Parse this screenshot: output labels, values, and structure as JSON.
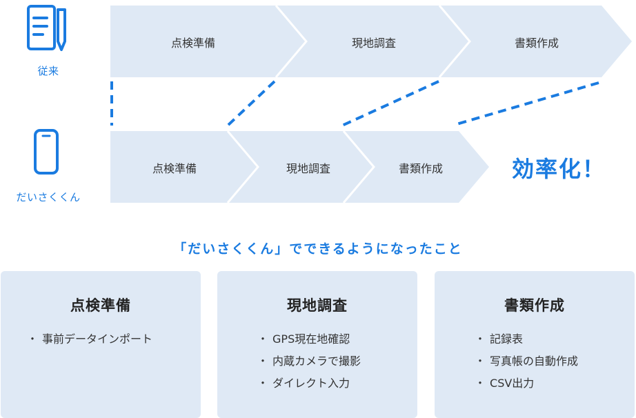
{
  "rows": {
    "traditional": {
      "label": "従来",
      "icon": "notepad-pencil-icon",
      "steps": [
        "点検準備",
        "現地調査",
        "書類作成"
      ]
    },
    "app": {
      "label": "だいさくくん",
      "icon": "smartphone-icon",
      "steps": [
        "点検準備",
        "現地調査",
        "書類作成"
      ],
      "result": "効率化！"
    }
  },
  "subtitle": "「だいさくくん」でできるようになったこと",
  "cards": [
    {
      "title": "点検準備",
      "items": [
        "事前データインポート"
      ]
    },
    {
      "title": "現地調査",
      "items": [
        "GPS現在地確認",
        "内蔵カメラで撮影",
        "ダイレクト入力"
      ]
    },
    {
      "title": "書類作成",
      "items": [
        "記録表",
        "写真帳の自動作成",
        "CSV出力"
      ]
    }
  ],
  "colors": {
    "accent": "#1a7be0",
    "chevron_fill": "#dfe9f5",
    "card_fill": "#dfe9f5"
  }
}
